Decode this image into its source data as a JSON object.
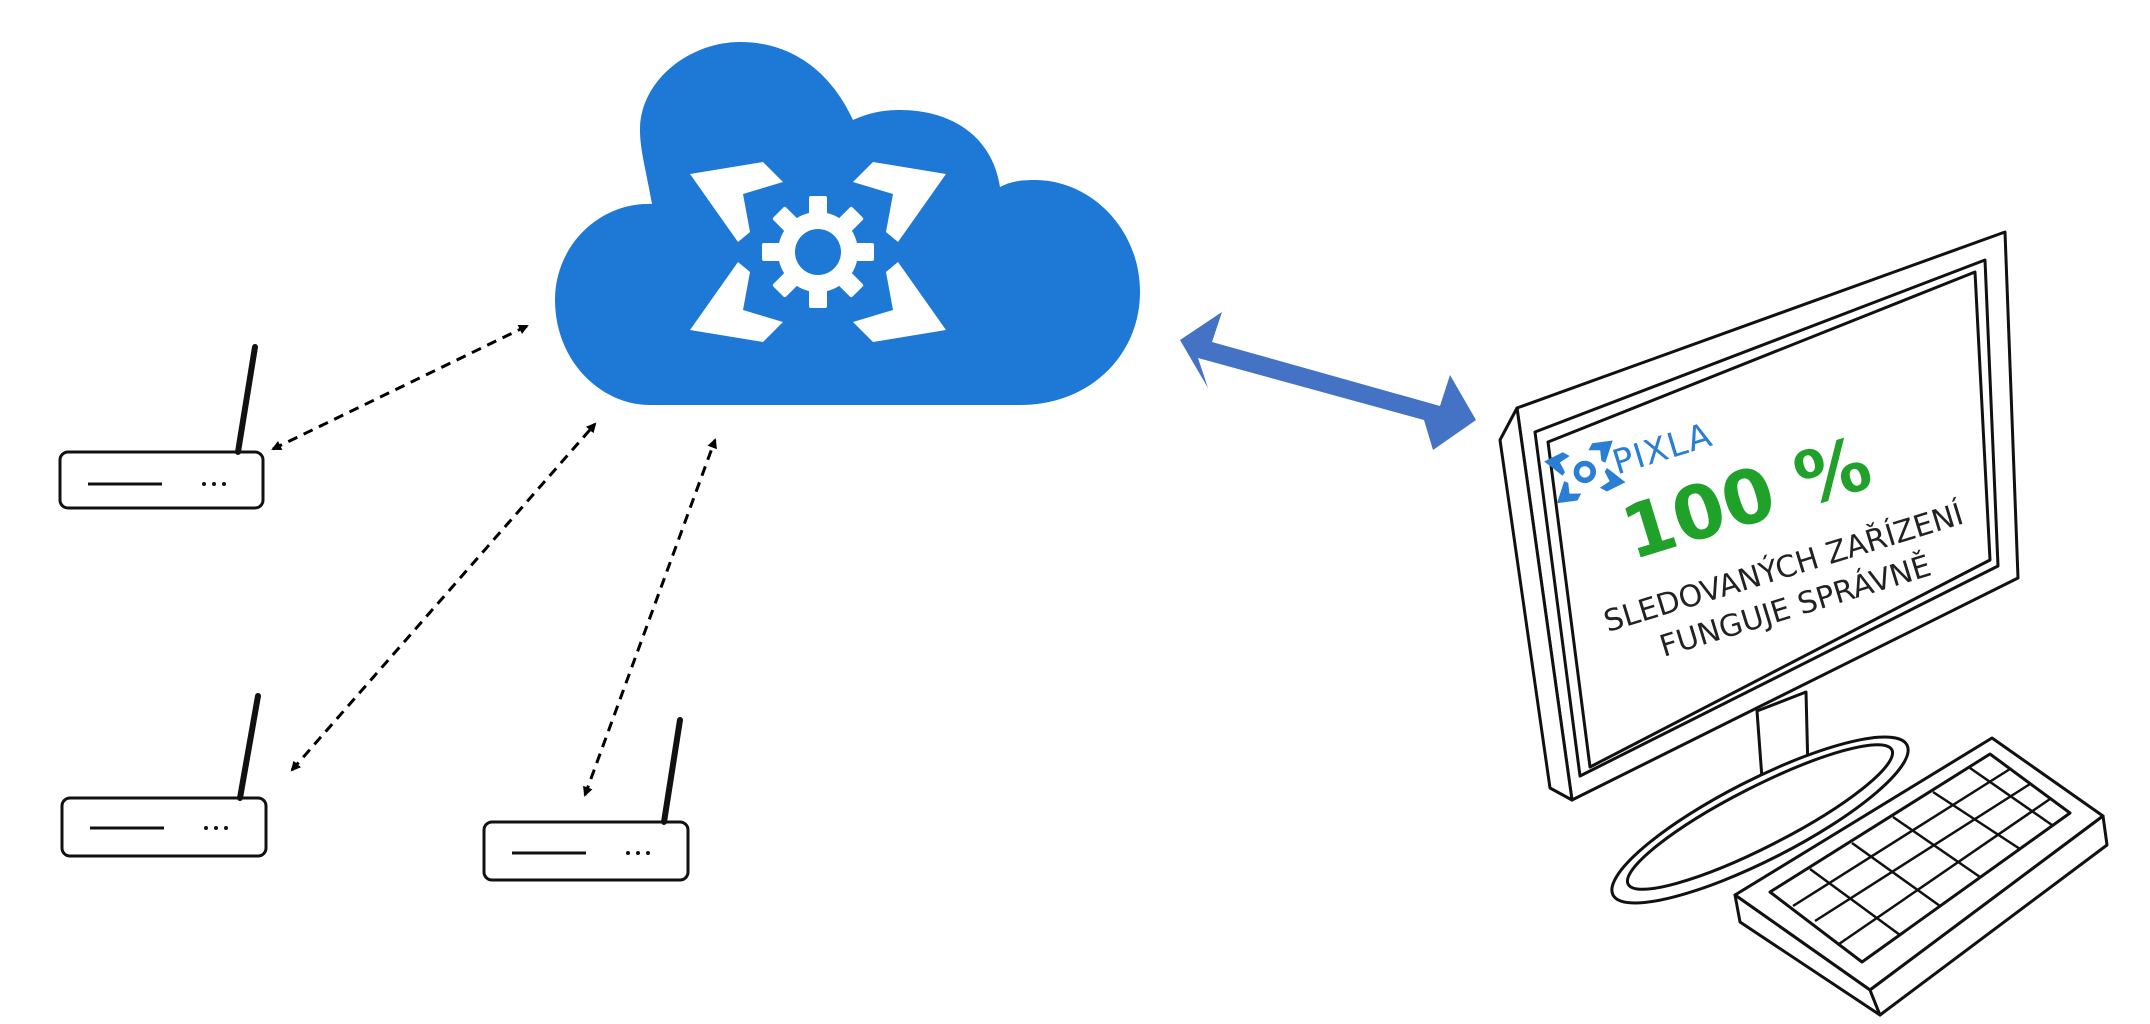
{
  "colors": {
    "background": "#ffffff",
    "cloud": "#1e78d6",
    "cloud_symbol": "#ffffff",
    "link_arrow": "#4472c4",
    "dashed_line": "#000000",
    "device_outline": "#111111",
    "brand": "#2a7fd4",
    "percent": "#1fa12a",
    "screen_text": "#222222"
  },
  "cloud": {
    "icon": "cloud-service-icon",
    "symbol_icon": "gear-expand-icon"
  },
  "routers": [
    {
      "icon": "router-icon"
    },
    {
      "icon": "router-icon"
    },
    {
      "icon": "router-icon"
    }
  ],
  "computer": {
    "monitor_icon": "monitor-icon",
    "keyboard_icon": "keyboard-icon"
  },
  "screen": {
    "brand_icon": "pixla-logo-icon",
    "brand": "PIXLA",
    "percent": "100 %",
    "line1": "SLEDOVANÝCH ZAŘÍZENÍ",
    "line2": "FUNGUJE SPRÁVNĚ"
  }
}
